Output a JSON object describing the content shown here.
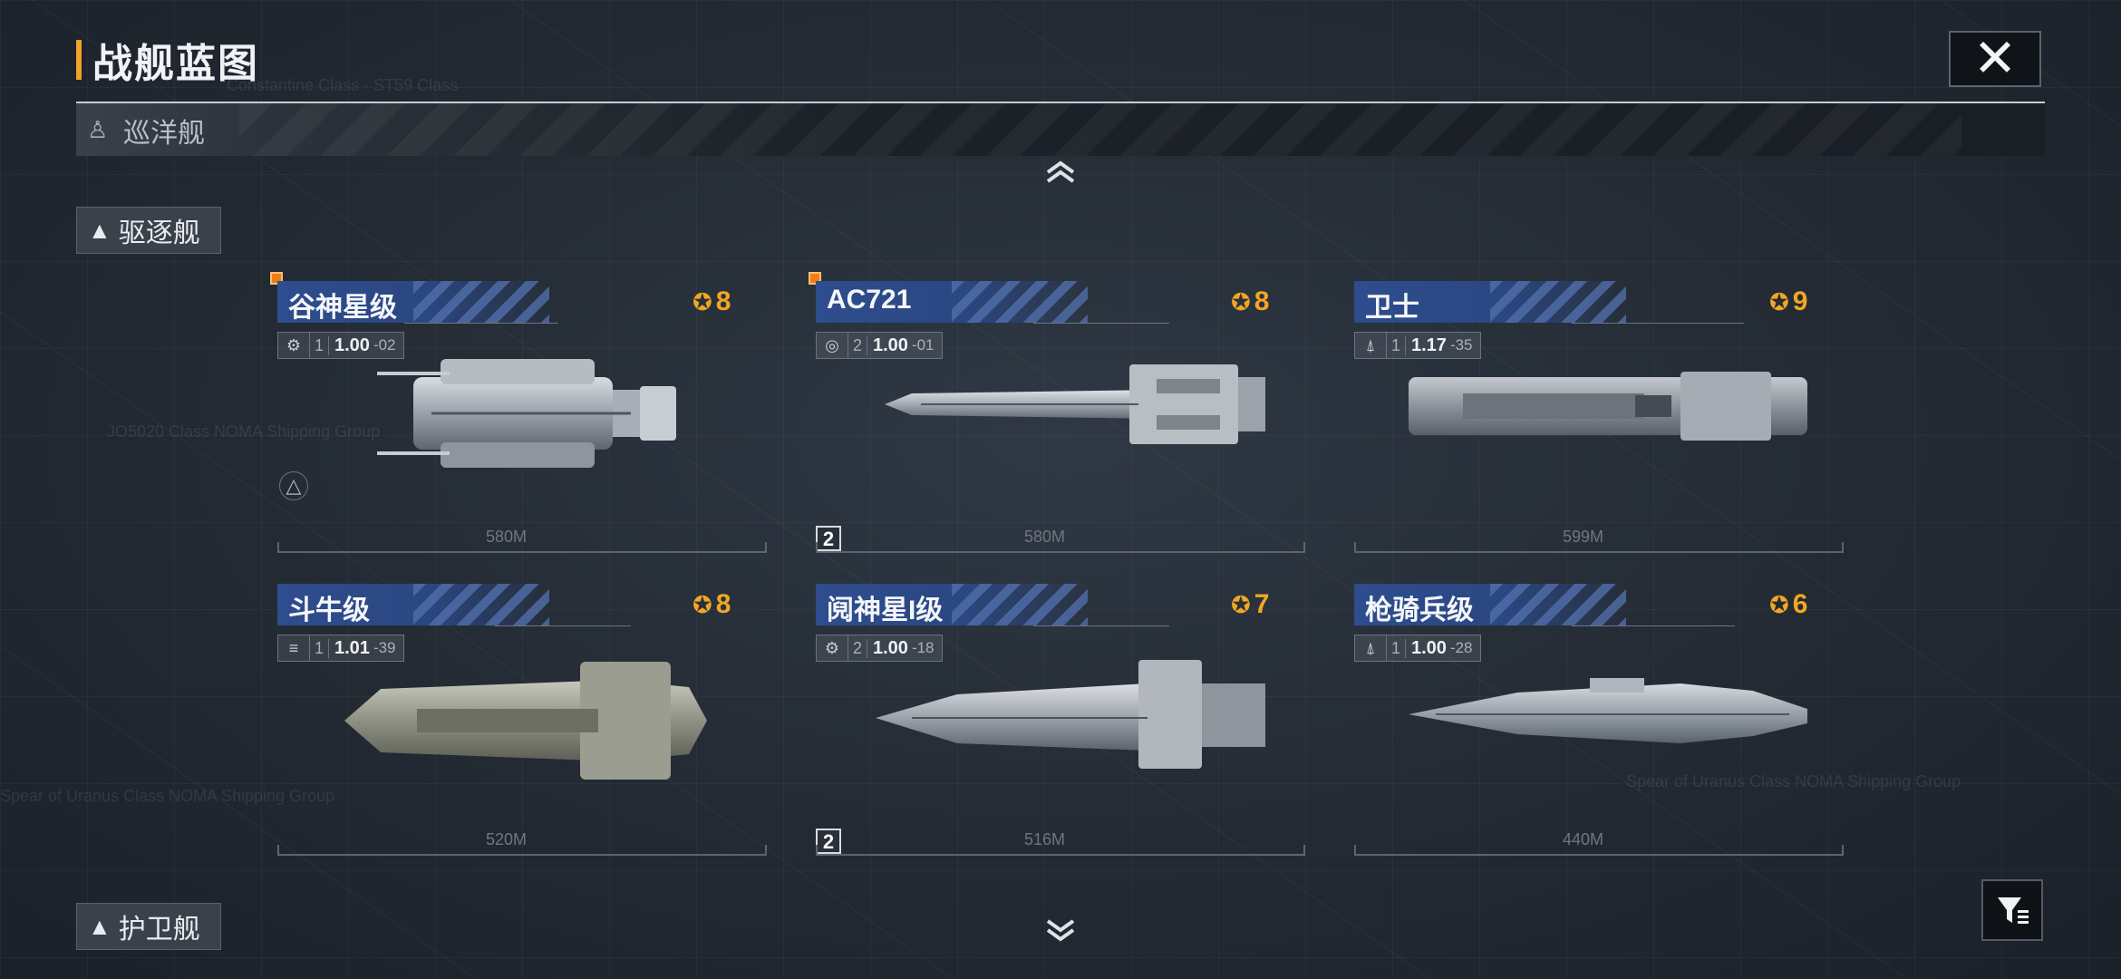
{
  "header": {
    "title": "战舰蓝图",
    "close_icon": "close-icon"
  },
  "category_bar": {
    "label": "巡洋舰"
  },
  "side_tabs": {
    "top_label": "驱逐舰",
    "bottom_label": "护卫舰"
  },
  "colors": {
    "accent": "#f2a12a",
    "name_band": "#2e4d8e",
    "cost": "#f2a623"
  },
  "cards": [
    {
      "name": "谷神星级",
      "cost": "8",
      "type_icon": "gear-icon",
      "level": "1",
      "stat_main": "1.00",
      "stat_sub": "-02",
      "length": "580M",
      "new_marker": true,
      "badge": "",
      "extra_icon": "triangle-icon"
    },
    {
      "name": "AC721",
      "cost": "8",
      "type_icon": "globe-icon",
      "level": "2",
      "stat_main": "1.00",
      "stat_sub": "-01",
      "length": "580M",
      "new_marker": true,
      "badge": "2",
      "extra_icon": ""
    },
    {
      "name": "卫士",
      "cost": "9",
      "type_icon": "rocket-icon",
      "level": "1",
      "stat_main": "1.17",
      "stat_sub": "-35",
      "length": "599M",
      "new_marker": false,
      "badge": "",
      "extra_icon": ""
    },
    {
      "name": "斗牛级",
      "cost": "8",
      "type_icon": "striped-icon",
      "level": "1",
      "stat_main": "1.01",
      "stat_sub": "-39",
      "length": "520M",
      "new_marker": false,
      "badge": "",
      "extra_icon": ""
    },
    {
      "name": "阋神星I级",
      "cost": "7",
      "type_icon": "gear-icon",
      "level": "2",
      "stat_main": "1.00",
      "stat_sub": "-18",
      "length": "516M",
      "new_marker": false,
      "badge": "2",
      "extra_icon": ""
    },
    {
      "name": "枪骑兵级",
      "cost": "6",
      "type_icon": "rocket-icon",
      "level": "1",
      "stat_main": "1.00",
      "stat_sub": "-28",
      "length": "440M",
      "new_marker": false,
      "badge": "",
      "extra_icon": ""
    }
  ]
}
